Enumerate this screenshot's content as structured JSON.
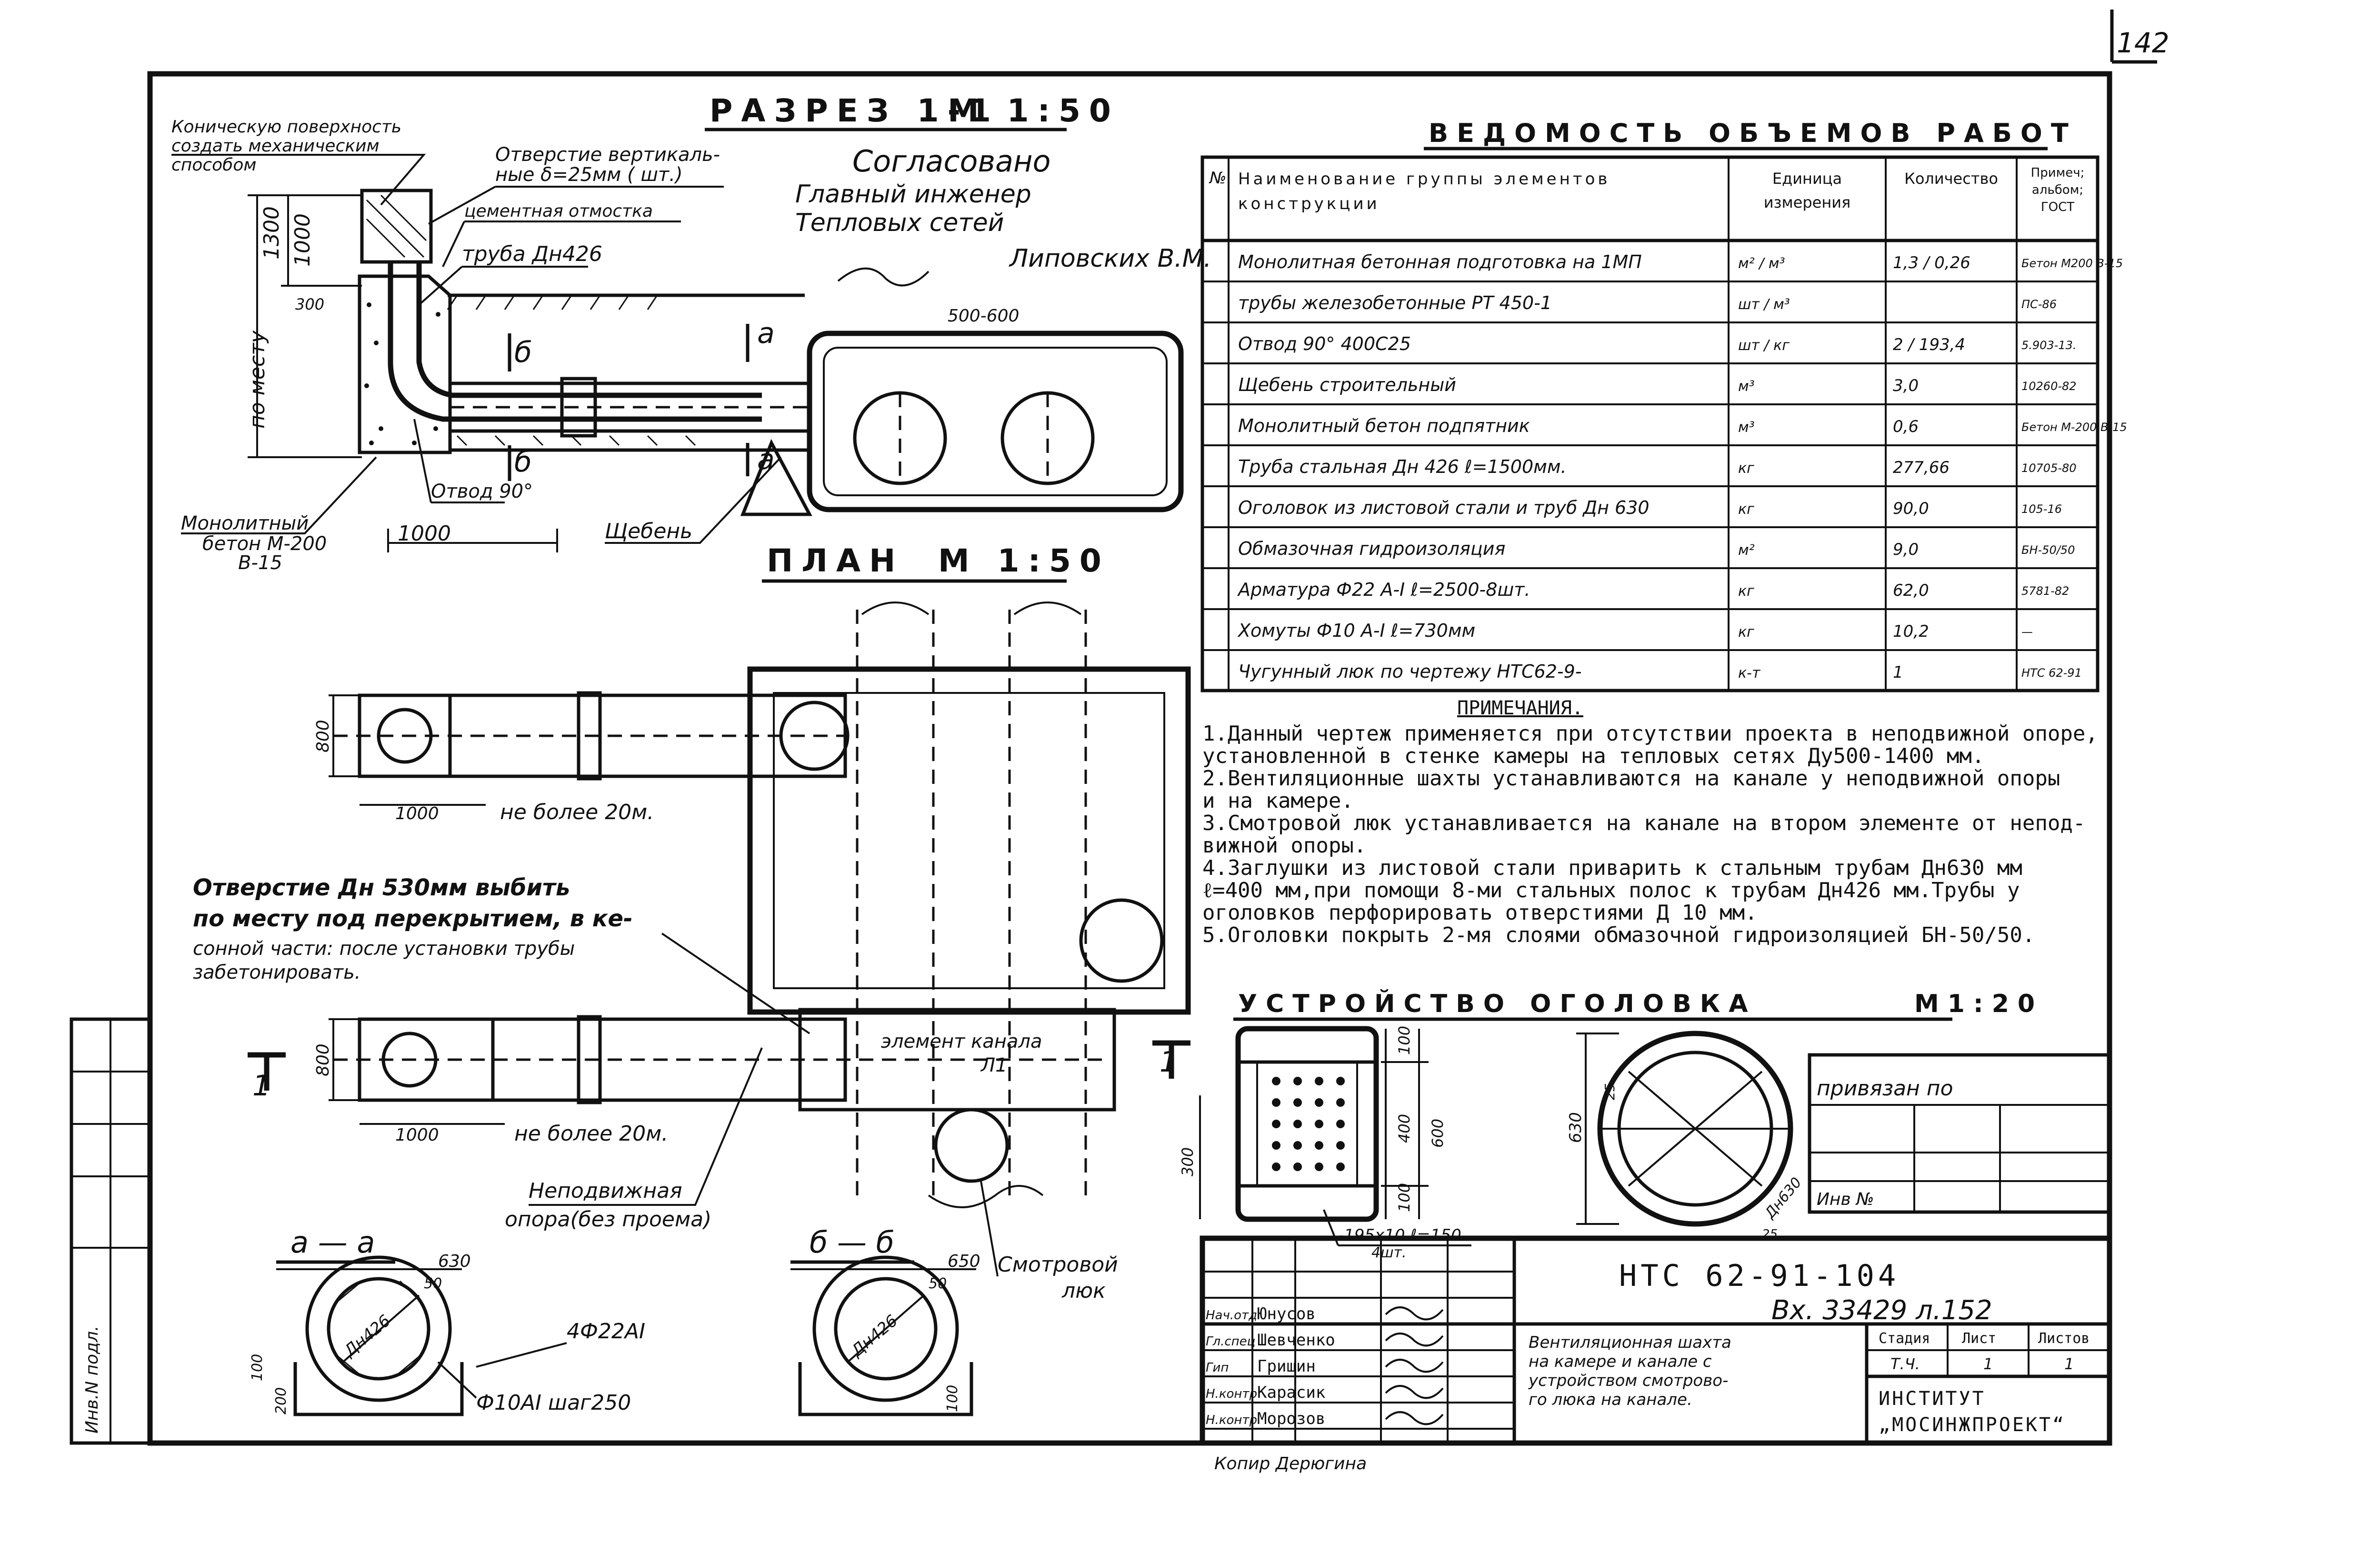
{
  "sheet_number": "142",
  "section": {
    "title": "РАЗРЕЗ 1-1",
    "scale": "М 1:50",
    "callouts": {
      "cone": [
        "Коническую поверхность",
        "создать механическим",
        "способом"
      ],
      "vent_hole": [
        "Отверстие вертикаль-",
        "ные δ=25мм ( шт.)"
      ],
      "cement": "цементная отмостка",
      "pipe": "труба Дн426",
      "concrete": [
        "Монолитный",
        "бетон М-200",
        "В-15"
      ],
      "bend": "Отвод 90°",
      "gravel": "Щебень"
    },
    "dims": {
      "h1300": "1300",
      "h1000": "1000",
      "h300": "300",
      "ground": "по месту",
      "w1000": "1000",
      "depth": "500-600",
      "cut_b": "б",
      "cut_a": "а"
    }
  },
  "approval": {
    "title": "Согласовано",
    "line1": "Главный инженер",
    "line2": "Тепловых сетей",
    "name": "Липовских В.М."
  },
  "plan": {
    "title": "ПЛАН",
    "scale": "М 1:50",
    "dim_800": "800",
    "dim_1000": "1000",
    "not_more": "не более 20м.",
    "opening_note": [
      "Отверстие Дн 530мм выбить",
      "по месту под перекрытием, в ке-",
      "сонной части: после установки трубы",
      "забетонировать."
    ],
    "channel": [
      "элемент канала",
      "Л1"
    ],
    "fixed_support": [
      "Неподвижная",
      "опора(без проема)"
    ],
    "inspection": [
      "Смотровой",
      "люк"
    ],
    "cut_mark": "1"
  },
  "section_aa": {
    "title": "а — а",
    "dim_630": "630",
    "dia": "Дн426",
    "dim_50": "50",
    "rebar": "4Ф22АI",
    "clamp": "Ф10АI шаг250",
    "dim_200": "200",
    "dim_100": "100"
  },
  "section_bb": {
    "title": "б — б",
    "dim_650": "650",
    "dia": "Дн426",
    "dim_50": "50",
    "dim_100": "100"
  },
  "works_table": {
    "title": "ВЕДОМОСТЬ ОБЪЕМОВ РАБОТ",
    "headers": [
      "№",
      "Наименование группы элементов конструкции",
      "Единица измерения",
      "Количество",
      "Примеч; альбом; ГОСТ"
    ],
    "rows": [
      {
        "name": "Монолитная бетонная подготовка на 1МП",
        "unit": "м² / м³",
        "qty": "1,3 / 0,26",
        "ref": "Бетон М200 В-15"
      },
      {
        "name": "трубы железобетонные  РТ 450-1",
        "unit": "шт / м³",
        "qty": "",
        "ref": "ПС-86"
      },
      {
        "name": "Отвод 90° 400С25",
        "unit": "шт / кг",
        "qty": "2 / 193,4",
        "ref": "5.903-13."
      },
      {
        "name": "Щебень строительный",
        "unit": "м³",
        "qty": "3,0",
        "ref": "10260-82"
      },
      {
        "name": "Монолитный бетон подпятник",
        "unit": "м³",
        "qty": "0,6",
        "ref": "Бетон М-200 В-15"
      },
      {
        "name": "Труба стальная Дн 426  ℓ=1500мм.",
        "unit": "кг",
        "qty": "277,66",
        "ref": "10705-80"
      },
      {
        "name": "Оголовок из листовой стали и труб Дн 630",
        "unit": "кг",
        "qty": "90,0",
        "ref": "105-16"
      },
      {
        "name": "Обмазочная гидроизоляция",
        "unit": "м²",
        "qty": "9,0",
        "ref": "БН-50/50"
      },
      {
        "name": "Арматура  Ф22 А-I   ℓ=2500-8шт.",
        "unit": "кг",
        "qty": "62,0",
        "ref": "5781-82"
      },
      {
        "name": "Хомуты  Ф10 А-I   ℓ=730мм",
        "unit": "кг",
        "qty": "10,2",
        "ref": "—"
      },
      {
        "name": "Чугунный люк по чертежу НТС62-9-",
        "unit": "к-т",
        "qty": "1",
        "ref": "НТС 62-91"
      }
    ]
  },
  "notes": {
    "title": "ПРИМЕЧАНИЯ.",
    "lines": [
      "1.Данный чертеж применяется при отсутствии проекта в неподвижной опоре,",
      "  установленной в стенке камеры на тепловых сетях Ду500-1400 мм.",
      "2.Вентиляционные шахты устанавливаются на канале у неподвижной опоры",
      "  и на камере.",
      "3.Смотровой люк устанавливается на канале на втором элементе от непод-",
      "  вижной опоры.",
      "4.Заглушки из листовой стали приварить к стальным трубам Дн630 мм",
      "  ℓ=400 мм,при помощи 8-ми стальных полос к трубам Дн426 мм.Трубы у",
      "  оголовков перфорировать отверстиями Д 10 мм.",
      "5.Оголовки покрыть 2-мя слоями обмазочной гидроизоляцией БН-50/50."
    ]
  },
  "head_device": {
    "title": "УСТРОЙСТВО ОГОЛОВКА",
    "scale": "М1:20",
    "dims": [
      "630",
      "25",
      "100",
      "400",
      "600",
      "100",
      "300",
      "Дн630",
      "25"
    ],
    "strip": [
      "-195х10 ℓ=150",
      "4шт."
    ]
  },
  "binding": {
    "title": "привязан по",
    "inv": "Инв №"
  },
  "title_block": {
    "code": "НТС 62-91-104",
    "inbox": "Вх. 33429 л.152",
    "roles": [
      "Нач.отд",
      "Гл.спец",
      "Гип",
      "Н.контр",
      "Н.контр"
    ],
    "names": [
      "Юнусов",
      "Шевченко",
      "Гришин",
      "Карасик",
      "Морозов"
    ],
    "description": [
      "Вентиляционная шахта",
      "на камере и канале с",
      "устройством смотрово-",
      "го люка на канале."
    ],
    "stage_headers": [
      "Стадия",
      "Лист",
      "Листов"
    ],
    "stage_values": [
      "Т.Ч.",
      "1",
      "1"
    ],
    "institute": [
      "ИНСТИТУТ",
      "„МОСИНЖПРОЕКТ“"
    ],
    "copied": "Копир Дерюгина",
    "side_stamp": "Инв.N подл."
  }
}
